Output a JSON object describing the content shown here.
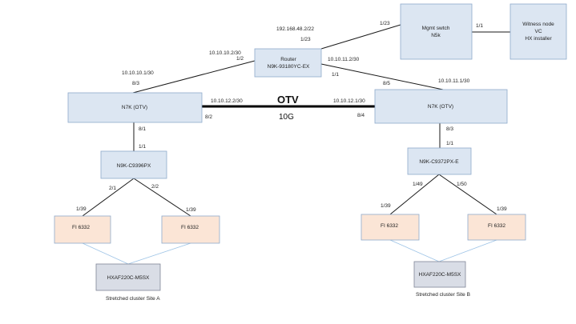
{
  "colors": {
    "blue_node": "#dce6f2",
    "blue_border": "#8eaacb",
    "peach_node": "#fbe5d6",
    "grey_node": "#d9dde6",
    "grey_border": "#7f8597",
    "line": "#1a1a1a",
    "cluster_link": "#9dc3e6"
  },
  "nodes": {
    "mgmt_switch": {
      "line1": "Mgmt swtch",
      "line2": "N5k"
    },
    "witness": {
      "line1": "Witness node",
      "line2": "VC",
      "line3": "HX installer"
    },
    "router": {
      "line1": "Router",
      "line2": "N9K-93180YC-EX"
    },
    "n7k_left": {
      "label": "N7K (OTV)"
    },
    "n7k_right": {
      "label": "N7K (OTV)"
    },
    "n9k_left": {
      "label": "N9K-C9396PX"
    },
    "n9k_right": {
      "label": "N9K-C9372PX-E"
    },
    "fi_a1": {
      "label": "FI 6332"
    },
    "fi_a2": {
      "label": "FI 6332"
    },
    "fi_b1": {
      "label": "FI 6332"
    },
    "fi_b2": {
      "label": "FI 6332"
    },
    "hx_a": {
      "label": "HXAF220C-M5SX"
    },
    "hx_b": {
      "label": "HXAF220C-M5SX"
    }
  },
  "labels": {
    "router_mgmt_ip": "192.168.48.2/22",
    "router_mgmt_port": "1/23",
    "mgmt_router_port": "1/23",
    "mgmt_witness_port": "1/1",
    "router_left_ip": "10.10.10.2/30",
    "router_left_port": "1/2",
    "router_right_ip": "10.10.11.2/30",
    "router_right_port": "1/1",
    "n7k_left_router_ip": "10.10.10.1/30",
    "n7k_left_router_port": "8/3",
    "n7k_right_router_port": "8/5",
    "n7k_right_router_ip": "10.10.11.1/30",
    "otv_left_ip": "10.10.12.2/30",
    "otv_right_ip": "10.10.12.1/30",
    "otv_left_port": "8/2",
    "otv_right_port": "8/4",
    "otv_title": "OTV",
    "otv_speed": "10G",
    "n7k_left_down_port": "8/1",
    "n9k_left_up_port": "1/1",
    "n7k_right_down_port": "8/3",
    "n9k_right_up_port": "1/1",
    "n9k_left_port_a": "2/1",
    "n9k_left_port_b": "2/2",
    "fi_a1_port": "1/39",
    "fi_a2_port": "1/39",
    "n9k_right_port_a": "1/49",
    "n9k_right_port_b": "1/50",
    "fi_b1_port": "1/39",
    "fi_b2_port": "1/39",
    "site_a": "Stretched  cluster Site A",
    "site_b": "Stretched  cluster Site B"
  }
}
